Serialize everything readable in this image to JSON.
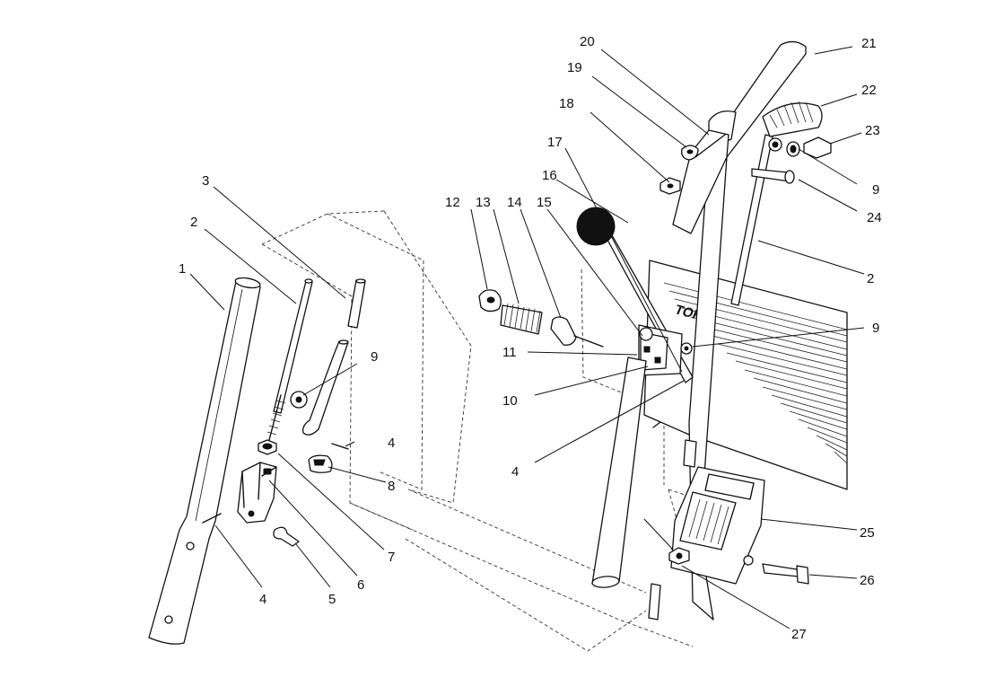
{
  "diagram": {
    "callouts": [
      {
        "id": "c1",
        "label": "1"
      },
      {
        "id": "c2a",
        "label": "2"
      },
      {
        "id": "c2b",
        "label": "2"
      },
      {
        "id": "c3",
        "label": "3"
      },
      {
        "id": "c4a",
        "label": "4"
      },
      {
        "id": "c4b",
        "label": "4"
      },
      {
        "id": "c4c",
        "label": "4"
      },
      {
        "id": "c5",
        "label": "5"
      },
      {
        "id": "c6",
        "label": "6"
      },
      {
        "id": "c7",
        "label": "7"
      },
      {
        "id": "c8",
        "label": "8"
      },
      {
        "id": "c9a",
        "label": "9"
      },
      {
        "id": "c9b",
        "label": "9"
      },
      {
        "id": "c9c",
        "label": "9"
      },
      {
        "id": "c10",
        "label": "10"
      },
      {
        "id": "c11",
        "label": "11"
      },
      {
        "id": "c12",
        "label": "12"
      },
      {
        "id": "c13",
        "label": "13"
      },
      {
        "id": "c14",
        "label": "14"
      },
      {
        "id": "c15",
        "label": "15"
      },
      {
        "id": "c16",
        "label": "16"
      },
      {
        "id": "c17",
        "label": "17"
      },
      {
        "id": "c18",
        "label": "18"
      },
      {
        "id": "c19",
        "label": "19"
      },
      {
        "id": "c20",
        "label": "20"
      },
      {
        "id": "c21",
        "label": "21"
      },
      {
        "id": "c22",
        "label": "22"
      },
      {
        "id": "c23",
        "label": "23"
      },
      {
        "id": "c24",
        "label": "24"
      },
      {
        "id": "c25",
        "label": "25"
      },
      {
        "id": "c26",
        "label": "26"
      },
      {
        "id": "c27",
        "label": "27"
      }
    ],
    "logo_text": "TORO"
  }
}
